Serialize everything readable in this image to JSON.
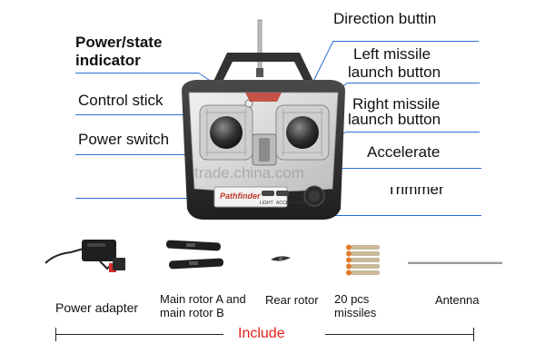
{
  "labels": {
    "power_state": [
      "Power/state",
      "indicator"
    ],
    "control_stick": "Control stick",
    "power_switch": "Power switch",
    "direction": "Direction buttin",
    "left_missile": [
      "Left missile",
      "launch button"
    ],
    "right_missile": [
      "Right missile",
      "launch button"
    ],
    "accelerate": "Accelerate",
    "trimmer": "Trimmer"
  },
  "remote": {
    "brand": "Pathfinder",
    "light": "LIGHT",
    "accel": "ACCELERATE",
    "watermark": "trade.china.com"
  },
  "include": {
    "title": "Include",
    "items": [
      {
        "name": "power-adapter",
        "label": [
          "Power adapter"
        ]
      },
      {
        "name": "main-rotor",
        "label": [
          "Main rotor A and",
          "main rotor B"
        ]
      },
      {
        "name": "rear-rotor",
        "label": [
          "Rear rotor"
        ]
      },
      {
        "name": "missiles",
        "label": [
          "20 pcs",
          "missiles"
        ]
      },
      {
        "name": "antenna",
        "label": [
          "Antenna"
        ]
      }
    ]
  },
  "colors": {
    "leader_line": "#2a6fd6",
    "include_text": "#e0201b",
    "remote_body": "#2b2b2b",
    "panel": "#dcdcdc"
  }
}
